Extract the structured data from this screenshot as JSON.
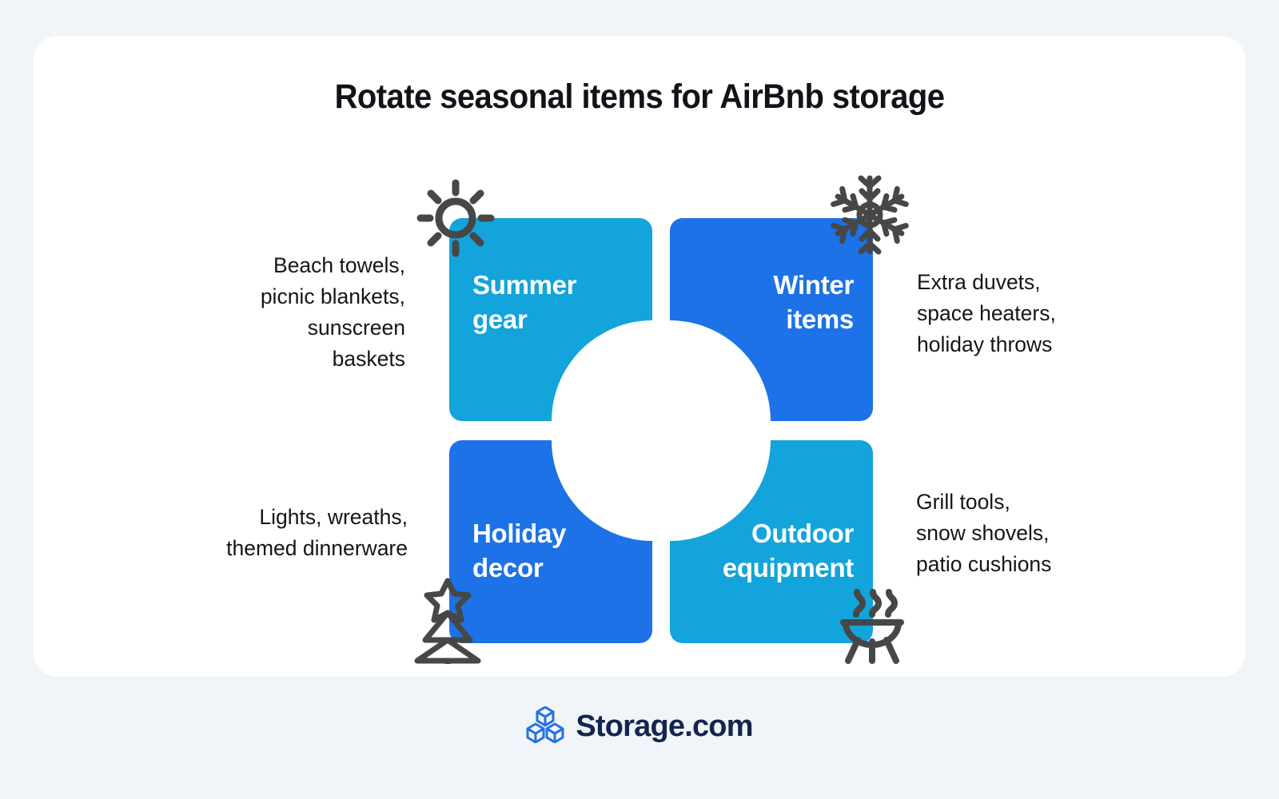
{
  "theme": {
    "page_background": "#f1f4f9",
    "panel_background": "#ffffff",
    "cyan": "#12a4db",
    "blue": "#1c72e6",
    "icon_gray": "#474747",
    "title_color": "#111318",
    "logo_blue": "#2272e0",
    "logo_navy": "#14254d"
  },
  "header": {
    "title": "Rotate seasonal items for AirBnb storage"
  },
  "quadrants": [
    {
      "id": "summer-gear",
      "label": "Summer\ngear",
      "color": "#12a4db",
      "icon": "sun-icon",
      "caption": "Beach towels,\npicnic blankets,\nsunscreen\nbaskets"
    },
    {
      "id": "winter-items",
      "label": "Winter\nitems",
      "color": "#1c72e6",
      "icon": "snowflake-icon",
      "caption": "Extra duvets,\nspace heaters,\nholiday throws"
    },
    {
      "id": "holiday-decor",
      "label": "Holiday\ndecor",
      "color": "#1c72e6",
      "icon": "christmas-tree-icon",
      "caption": "Lights, wreaths,\nthemed dinnerware"
    },
    {
      "id": "outdoor-equipment",
      "label": "Outdoor\nequipment",
      "color": "#12a4db",
      "icon": "grill-icon",
      "caption": "Grill tools,\nsnow shovels,\npatio cushions"
    }
  ],
  "footer": {
    "brand": "Storage.com",
    "mark": "stacked-cubes-logo-icon"
  }
}
